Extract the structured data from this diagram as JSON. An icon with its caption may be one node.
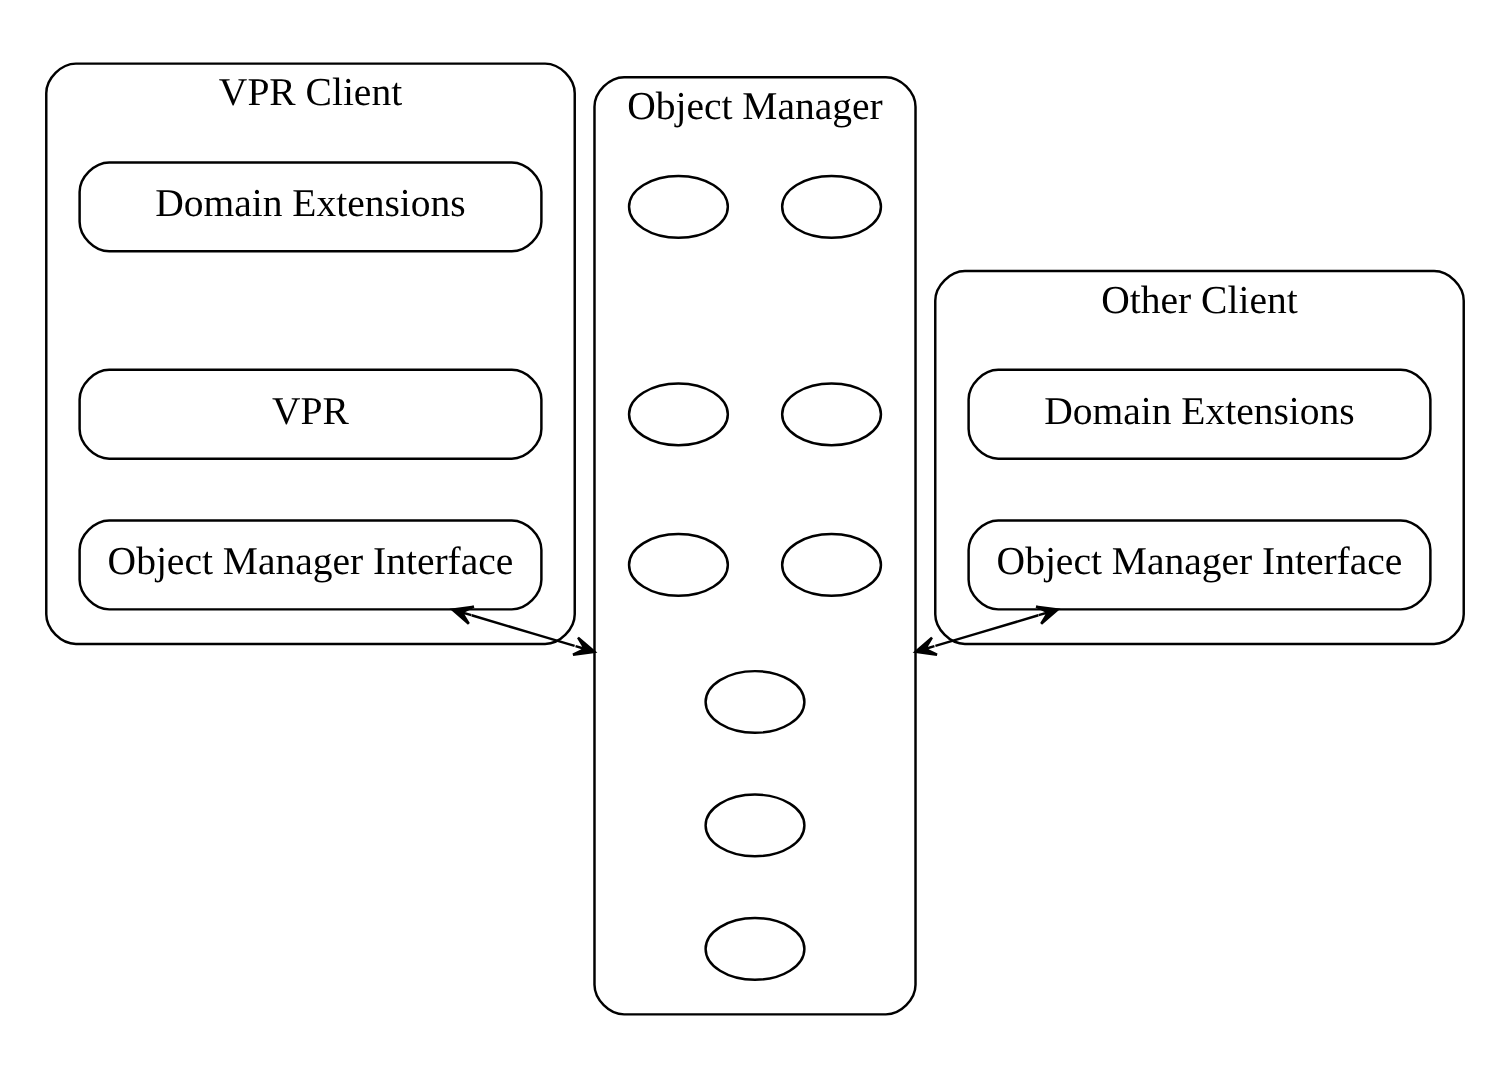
{
  "diagram": {
    "nodes": [
      {
        "text": [
          "VPR Client"
        ]
      },
      {
        "text": [
          "Domain Extensions"
        ],
        "in": 0
      },
      {
        "text": [
          "VPR"
        ],
        "in": 0
      },
      {
        "text": [
          "Object Manager Interface"
        ],
        "in": 0
      },
      {
        "text": [
          "Other Client"
        ]
      },
      {
        "text": [
          "Domain Extensions"
        ],
        "in": 4
      },
      {
        "text": [
          "Object Manager Interface"
        ],
        "in": 4
      },
      {
        "text": [
          "Object Manager"
        ]
      },
      {
        "text": [],
        "shape": "ellipse",
        "in": 7
      },
      {
        "text": [],
        "shape": "ellipse",
        "in": 7
      },
      {
        "text": [],
        "shape": "ellipse",
        "in": 7
      },
      {
        "text": [],
        "shape": "ellipse",
        "in": 7
      },
      {
        "text": [],
        "shape": "ellipse",
        "in": 7
      },
      {
        "text": [],
        "shape": "ellipse",
        "in": 7
      },
      {
        "text": [],
        "shape": "ellipse",
        "in": 7
      },
      {
        "text": [],
        "shape": "ellipse",
        "in": 7
      },
      {
        "text": [],
        "shape": "ellipse",
        "in": 7
      }
    ],
    "edges": [
      {
        "from": 3,
        "to": 7,
        "arrow": "both"
      },
      {
        "from": 6,
        "to": 7,
        "arrow": "both"
      }
    ]
  }
}
